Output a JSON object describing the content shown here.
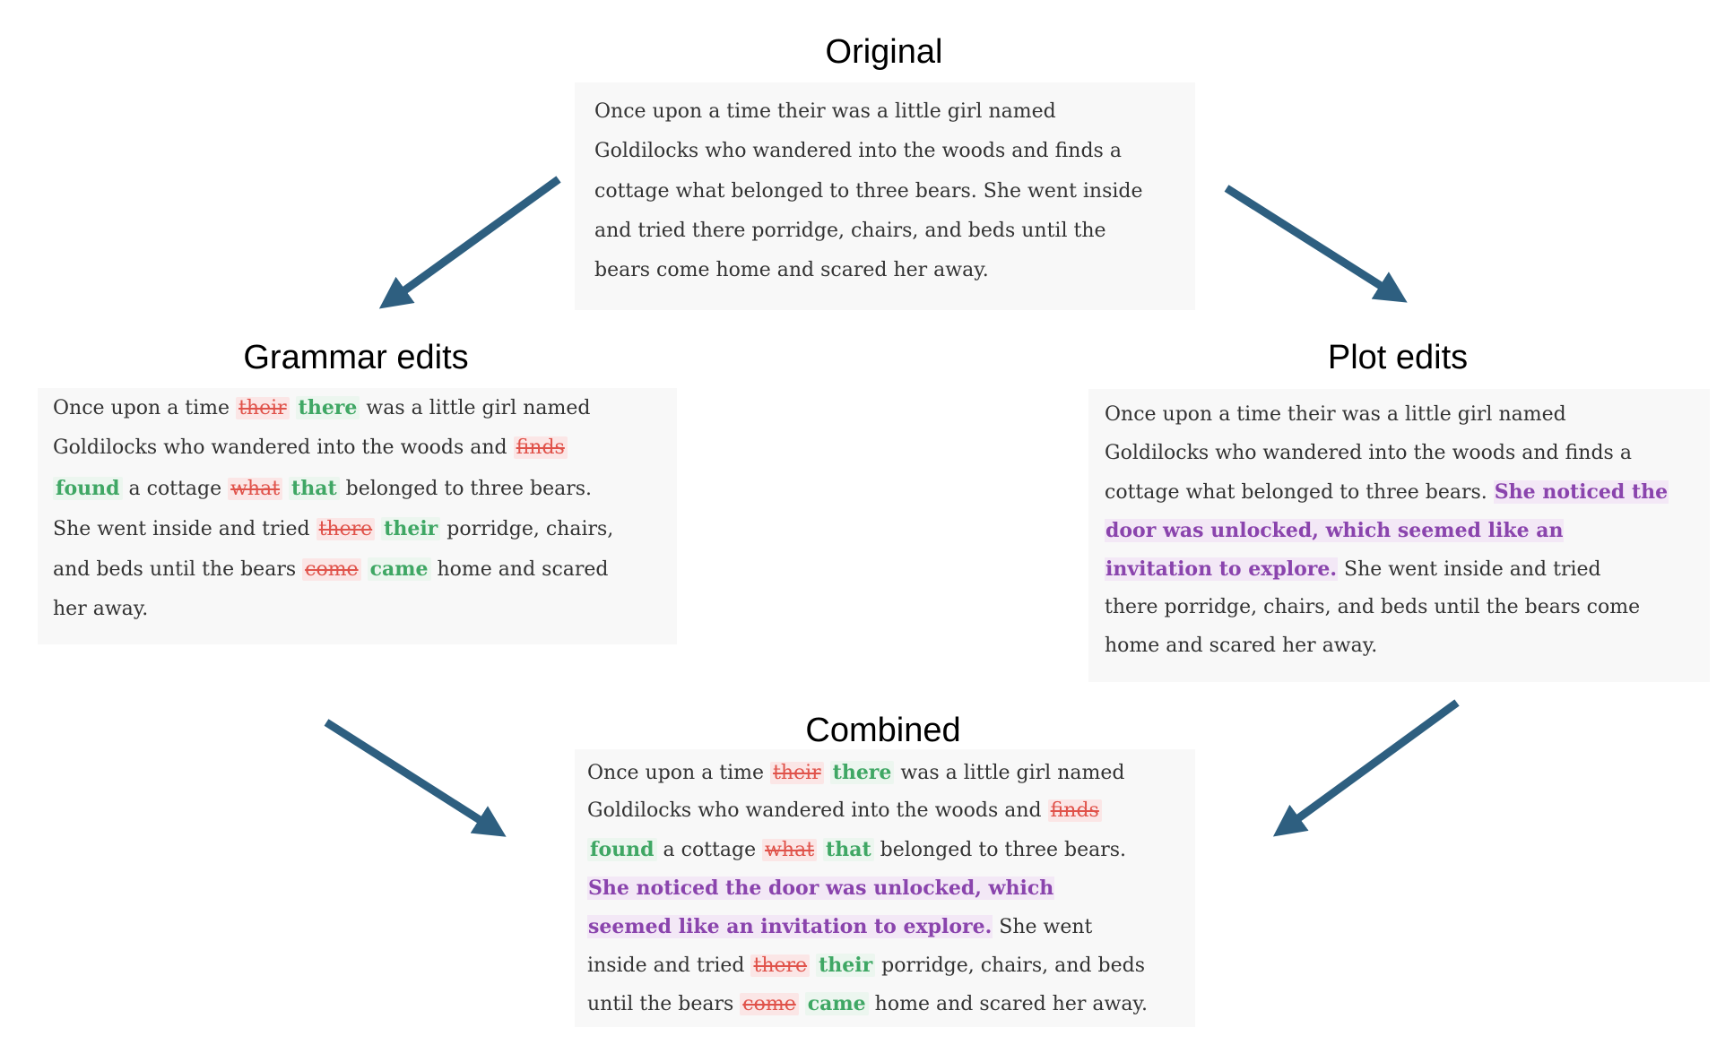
{
  "colors": {
    "arrow": "#2e5f80",
    "deleted": "#e0524a",
    "inserted": "#3fa764",
    "plot": "#8a44ad",
    "box": "#f8f8f8"
  },
  "panels": [
    {
      "id": "original",
      "title": "Original",
      "lines": [
        [
          [
            "n",
            "Once upon a time their was a little girl named"
          ]
        ],
        [
          [
            "n",
            "Goldilocks who wandered into the woods and finds a"
          ]
        ],
        [
          [
            "n",
            "cottage what belonged to three bears. She went inside"
          ]
        ],
        [
          [
            "n",
            "and tried there porridge, chairs, and beds until the"
          ]
        ],
        [
          [
            "n",
            "bears come home and scared her away."
          ]
        ]
      ]
    },
    {
      "id": "grammar",
      "title": "Grammar edits",
      "lines": [
        [
          [
            "n",
            "Once upon a time "
          ],
          [
            "d",
            "their"
          ],
          [
            "n",
            " "
          ],
          [
            "i",
            "there"
          ],
          [
            "n",
            " was a little girl named"
          ]
        ],
        [
          [
            "n",
            "Goldilocks who wandered into the woods and "
          ],
          [
            "d",
            "finds"
          ]
        ],
        [
          [
            "i",
            "found"
          ],
          [
            "n",
            " a cottage "
          ],
          [
            "d",
            "what"
          ],
          [
            "n",
            " "
          ],
          [
            "i",
            "that"
          ],
          [
            "n",
            " belonged to three bears."
          ]
        ],
        [
          [
            "n",
            "She went inside and tried "
          ],
          [
            "d",
            "there"
          ],
          [
            "n",
            " "
          ],
          [
            "i",
            "their"
          ],
          [
            "n",
            " porridge, chairs,"
          ]
        ],
        [
          [
            "n",
            "and beds until the bears "
          ],
          [
            "d",
            "come"
          ],
          [
            "n",
            " "
          ],
          [
            "i",
            "came"
          ],
          [
            "n",
            " home and scared"
          ]
        ],
        [
          [
            "n",
            "her away."
          ]
        ]
      ]
    },
    {
      "id": "plot",
      "title": "Plot edits",
      "lines": [
        [
          [
            "n",
            "Once upon a time their was a little girl named"
          ]
        ],
        [
          [
            "n",
            "Goldilocks who wandered into the woods and finds a"
          ]
        ],
        [
          [
            "n",
            "cottage what belonged to three bears. "
          ],
          [
            "p",
            "She noticed the"
          ]
        ],
        [
          [
            "p",
            "door was unlocked, which seemed like an"
          ]
        ],
        [
          [
            "p",
            "invitation to explore."
          ],
          [
            "n",
            " She went inside and tried"
          ]
        ],
        [
          [
            "n",
            "there porridge, chairs, and beds until the bears come"
          ]
        ],
        [
          [
            "n",
            "home and scared her away."
          ]
        ]
      ]
    },
    {
      "id": "combined",
      "title": "Combined",
      "lines": [
        [
          [
            "n",
            "Once upon a time "
          ],
          [
            "d",
            "their"
          ],
          [
            "n",
            " "
          ],
          [
            "i",
            "there"
          ],
          [
            "n",
            " was a little girl named"
          ]
        ],
        [
          [
            "n",
            "Goldilocks who wandered into the woods and "
          ],
          [
            "d",
            "finds"
          ]
        ],
        [
          [
            "i",
            "found"
          ],
          [
            "n",
            " a cottage "
          ],
          [
            "d",
            "what"
          ],
          [
            "n",
            " "
          ],
          [
            "i",
            "that"
          ],
          [
            "n",
            " belonged to three bears."
          ]
        ],
        [
          [
            "p",
            "She noticed the door was unlocked, which"
          ]
        ],
        [
          [
            "p",
            "seemed like an invitation to explore."
          ],
          [
            "n",
            " She went"
          ]
        ],
        [
          [
            "n",
            "inside and tried "
          ],
          [
            "d",
            "there"
          ],
          [
            "n",
            " "
          ],
          [
            "i",
            "their"
          ],
          [
            "n",
            " porridge, chairs, and beds"
          ]
        ],
        [
          [
            "n",
            "until the bears "
          ],
          [
            "d",
            "come"
          ],
          [
            "n",
            " "
          ],
          [
            "i",
            "came"
          ],
          [
            "n",
            " home and scared her away."
          ]
        ]
      ]
    }
  ]
}
